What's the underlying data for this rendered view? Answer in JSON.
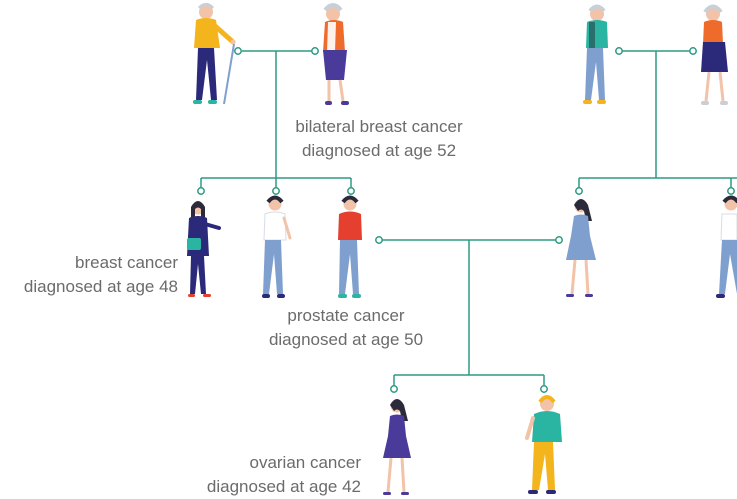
{
  "colors": {
    "line": "#2e9a82",
    "text": "#6b6b6b",
    "skin": "#f2c3a8",
    "hair_dark": "#2a2a3a",
    "hair_gray": "#c9cfd6",
    "navy": "#2b2a7a",
    "blue_jeans": "#7fa0cf",
    "red": "#e5402f",
    "teal": "#2ab5a2",
    "yellow": "#f4b41c",
    "purple": "#4a3a9a",
    "orange": "#ee6b2b"
  },
  "annotations": {
    "grandmother_left": {
      "line1": "bilateral breast cancer",
      "line2": "diagnosed at age 52"
    },
    "aunt": {
      "line1": "breast cancer",
      "line2": "diagnosed at age 48"
    },
    "father": {
      "line1": "prostate cancer",
      "line2": "diagnosed at age 50"
    },
    "daughter": {
      "line1": "ovarian cancer",
      "line2": "diagnosed at age 42"
    }
  }
}
